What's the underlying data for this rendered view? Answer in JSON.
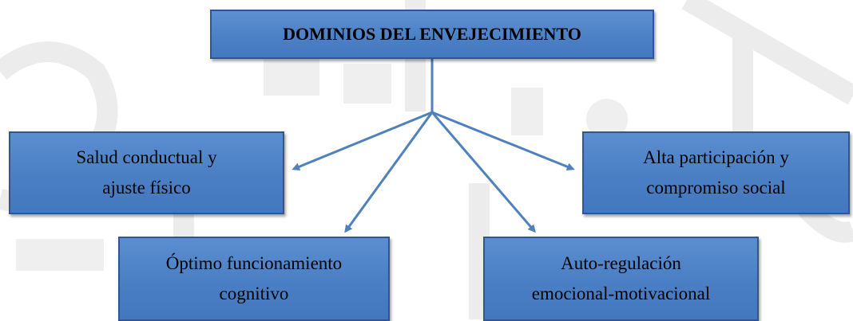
{
  "diagram": {
    "title": "DOMINIOS DEL ENVEJECIMIENTO",
    "nodes": {
      "salud": "Salud conductual y\najuste físico",
      "alta": "Alta participación y\ncompromiso social",
      "optimo": "Óptimo funcionamiento\ncognitivo",
      "auto": "Auto-regulación\nemocional-motivacional"
    }
  },
  "colors": {
    "box_fill": "#4a7fc4",
    "box_border": "#2f5597",
    "connector": "#4f81bd",
    "watermark": "#ececec"
  }
}
